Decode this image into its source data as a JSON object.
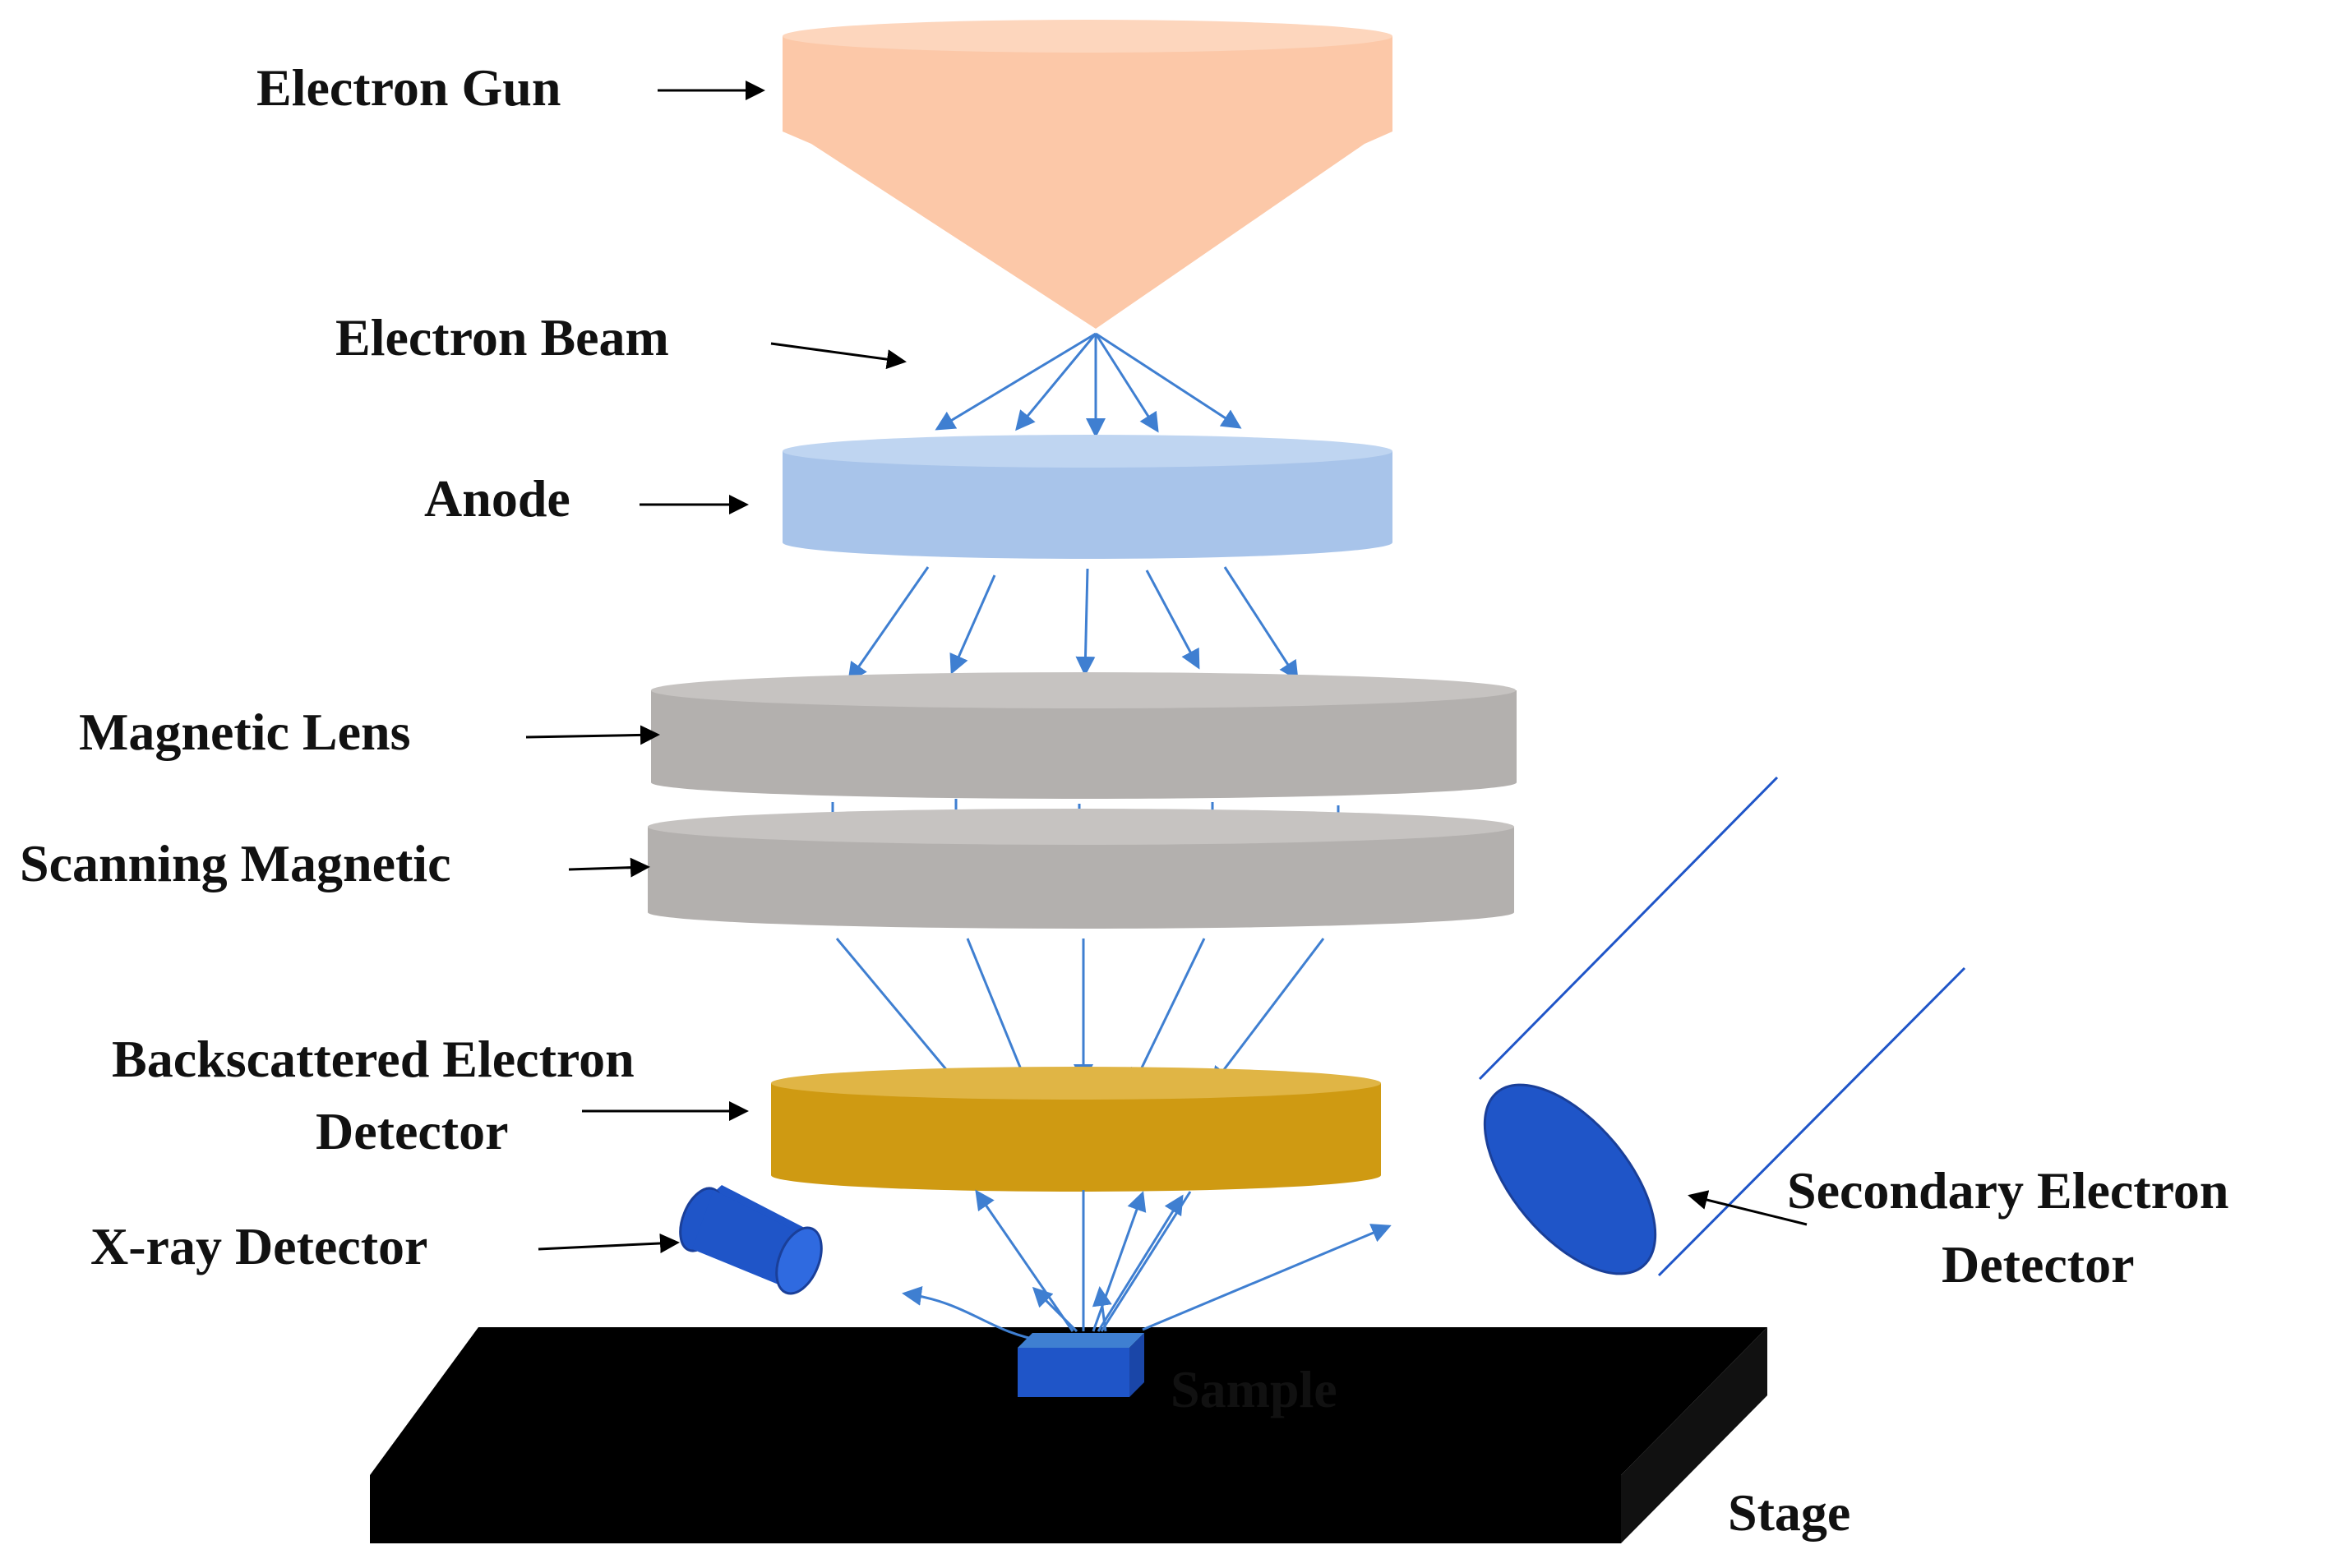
{
  "labels": {
    "electron_gun": "Electron Gun",
    "electron_beam": "Electron Beam",
    "anode": "Anode",
    "magnetic_lens": "Magnetic Lens",
    "scanning_magnetic": "Scanning Magnetic",
    "bse_detector_line1": "Backscattered Electron",
    "bse_detector_line2": "Detector",
    "xray_detector": "X-ray Detector",
    "se_detector_line1": "Secondary Electron",
    "se_detector_line2": "Detector",
    "sample": "Sample",
    "stage": "Stage"
  },
  "colors": {
    "electron_gun": "#fcc8a8",
    "anode": "#aec7e8",
    "lens": "#b3b0ae",
    "bse_detector": "#cf9a12",
    "detector_blue": "#1f55c8",
    "stage": "#000000",
    "beam_arrow": "#3f7fd1",
    "label_arrow": "#000000"
  }
}
